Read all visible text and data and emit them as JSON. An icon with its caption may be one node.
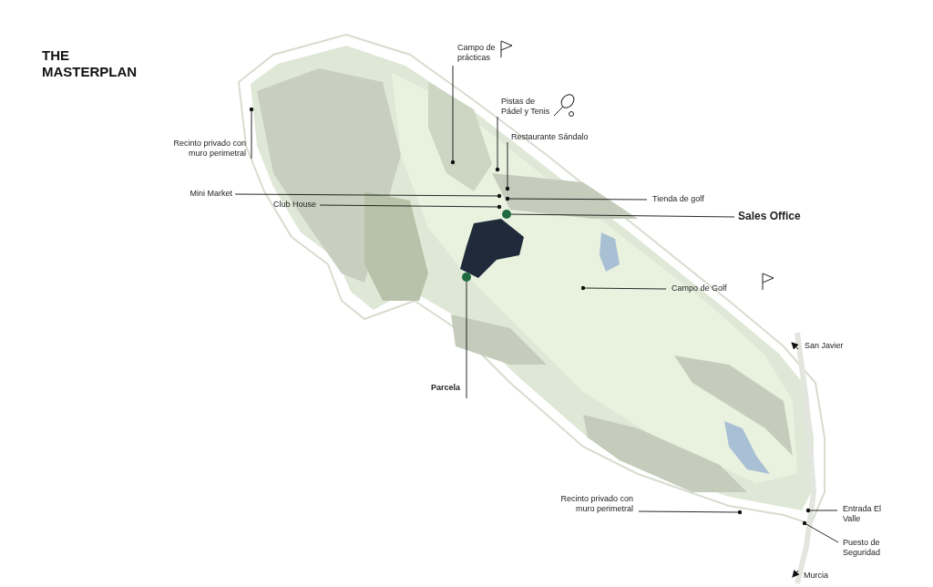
{
  "diagram": {
    "title": "THE MASTERPLAN",
    "nodes": [
      {
        "text": [
          "Campo de prácticas"
        ]
      },
      {
        "text": [
          "Pistas de Pádel y Tenis"
        ]
      },
      {
        "text": [
          "Recinto privado con muro perimetral"
        ]
      },
      {
        "text": [
          "Restaurante Sándalo"
        ]
      },
      {
        "text": [
          "Mini Market"
        ]
      },
      {
        "text": [
          "Tienda de golf"
        ]
      },
      {
        "text": [
          "Club House"
        ]
      },
      {
        "text": [
          "Sales Office"
        ]
      },
      {
        "text": [
          "Campo de Golf"
        ]
      },
      {
        "text": [
          "Parcela"
        ]
      },
      {
        "text": [
          "Recinto privado con muro perimetral"
        ]
      },
      {
        "text": [
          "Entrada El Valle"
        ]
      },
      {
        "text": [
          "Puesto de Seguridad"
        ]
      }
    ],
    "edges": [
      {
        "from": 0,
        "to": null,
        "arrow": "other"
      },
      {
        "from": 1,
        "to": null,
        "arrow": "other"
      },
      {
        "from": 2,
        "to": null,
        "arrow": "other"
      },
      {
        "from": 3,
        "to": null,
        "arrow": "other"
      },
      {
        "from": 4,
        "to": null,
        "arrow": "other"
      },
      {
        "from": 5,
        "to": null,
        "arrow": "other"
      },
      {
        "from": 6,
        "to": null,
        "arrow": "other"
      },
      {
        "from": 7,
        "to": null,
        "arrow": "other"
      },
      {
        "from": 8,
        "to": null,
        "arrow": "other"
      },
      {
        "from": 9,
        "to": null,
        "arrow": "other"
      },
      {
        "from": 10,
        "to": null,
        "arrow": "other"
      },
      {
        "from": 11,
        "to": null,
        "arrow": "other"
      },
      {
        "from": 12,
        "to": null,
        "arrow": "other"
      }
    ],
    "labels": [
      "San Javier",
      "Murcia"
    ]
  }
}
